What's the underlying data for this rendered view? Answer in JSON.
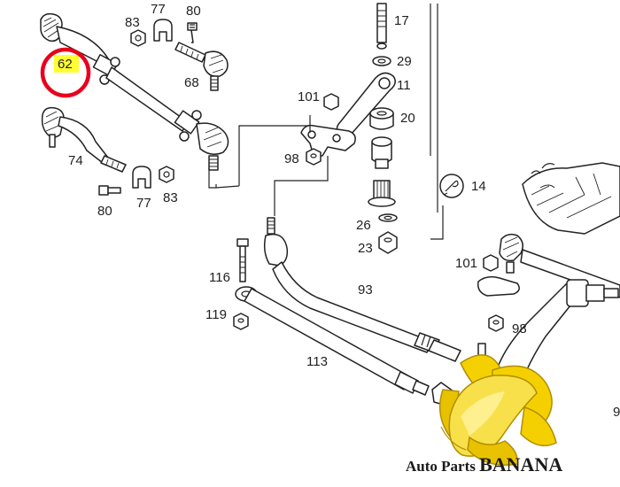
{
  "diagram": {
    "highlight_label": "62",
    "highlight_color": "#ffff33",
    "circle_color": "#e8001c",
    "labels": {
      "p83a": "83",
      "p77a": "77",
      "p80a": "80",
      "p62": "62",
      "p68": "68",
      "p74": "74",
      "p80b": "80",
      "p77b": "77",
      "p83b": "83",
      "p17": "17",
      "p29": "29",
      "p11": "11",
      "p101a": "101",
      "p20": "20",
      "p98a": "98",
      "p14": "14",
      "p26": "26",
      "p23": "23",
      "p116": "116",
      "p93": "93",
      "p119": "119",
      "p113": "113",
      "p101b": "101",
      "p98b": "98",
      "p9": "9"
    }
  },
  "watermark": {
    "brand_prefix": "Auto Parts ",
    "brand_name": "BANANA",
    "logo_icon": "banana-icon",
    "banana_color": "#f5d000",
    "banana_dark": "#c9a200"
  }
}
